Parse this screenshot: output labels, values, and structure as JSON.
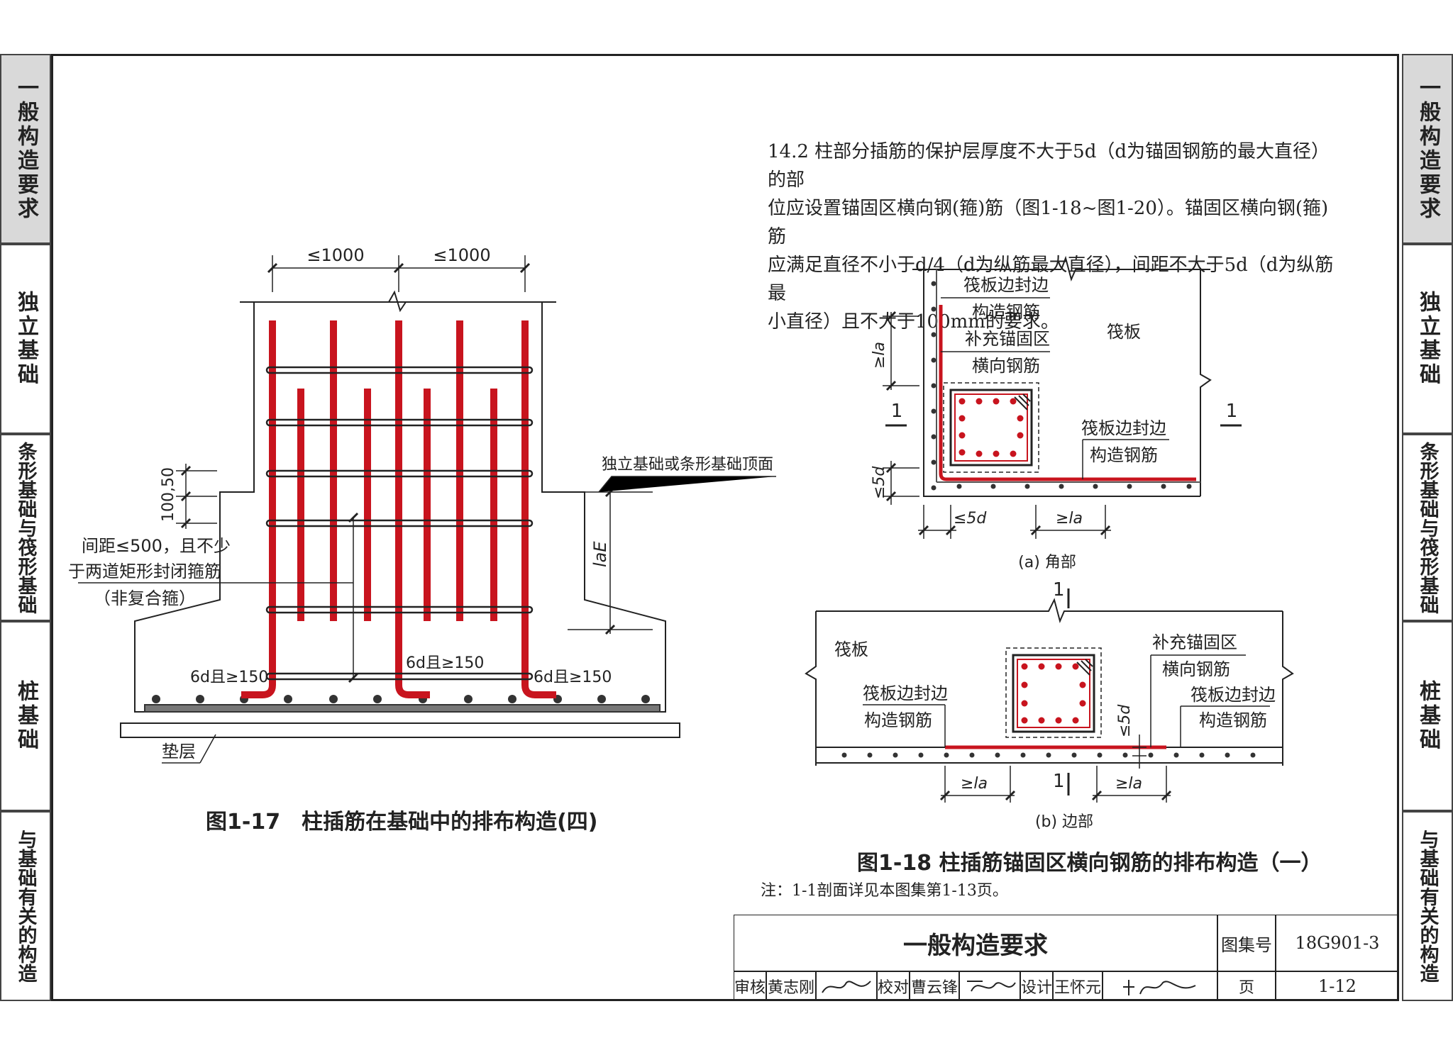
{
  "side_tabs": [
    {
      "label": "一般构造要求",
      "active": true
    },
    {
      "label": "独立基础",
      "active": false
    },
    {
      "label": "条形基础与筏形基础",
      "active": false
    },
    {
      "label": "桩基础",
      "active": false
    },
    {
      "label": "与基础有关的构造",
      "active": false
    }
  ],
  "note": {
    "lines": [
      "14.2 柱部分插筋的保护层厚度不大于5d（d为锚固钢筋的最大直径）的部",
      "位应设置锚固区横向钢(箍)筋（图1-18~图1-20）。锚固区横向钢(箍)筋",
      "应满足直径不小于d/4（d为纵筋最大直径），间距不大于5d（d为纵筋最",
      "小直径）且不大于100mm的要求。"
    ]
  },
  "fig17": {
    "dim_top_left": "≤1000",
    "dim_top_right": "≤1000",
    "dim_spacing": "100,50",
    "label_top_surface": "独立基础或条形基础顶面",
    "label_laE": "laE",
    "stirrup_note": [
      "间距≤500，且不少",
      "于两道矩形封闭箍筋",
      "（非复合箍）"
    ],
    "hook_left": "6d且≥150",
    "hook_mid": "6d且≥150",
    "hook_right": "6d且≥150",
    "label_cushion": "垫层",
    "caption": "图1-17　柱插筋在基础中的排布构造(四)"
  },
  "fig18a": {
    "label_edge_rebar": [
      "筏板边封边",
      "构造钢筋"
    ],
    "label_extra": [
      "补充锚固区",
      "横向钢筋"
    ],
    "label_raft": "筏板",
    "label_edge_rebar2": [
      "筏板边封边",
      "构造钢筋"
    ],
    "dim_la_v": "≥la",
    "dim_5d_v": "≤5d",
    "dim_5d_h": "≤5d",
    "dim_la_h": "≥la",
    "section_mark": "1",
    "sub_caption": "(a) 角部"
  },
  "fig18b": {
    "label_raft": "筏板",
    "label_edge_left": [
      "筏板边封边",
      "构造钢筋"
    ],
    "label_extra": [
      "补充锚固区",
      "横向钢筋"
    ],
    "label_edge_right": [
      "筏板边封边",
      "构造钢筋"
    ],
    "dim_5d": "≤5d",
    "dim_la_left": "≥la",
    "dim_la_right": "≥la",
    "section_mark": "1",
    "sub_caption": "(b) 边部"
  },
  "fig18_caption": "图1-18 柱插筋锚固区横向钢筋的排布构造（一）",
  "footnote": "注：1-1剖面详见本图集第1-13页。",
  "title_block": {
    "title": "一般构造要求",
    "atlas_label": "图集号",
    "atlas_no": "18G901-3",
    "review_label": "审核",
    "review_name": "黄志刚",
    "check_label": "校对",
    "check_name": "曹云锋",
    "design_label": "设计",
    "design_name": "王怀元",
    "page_label": "页",
    "page_no": "1-12"
  },
  "colors": {
    "rebar": "#c8141e",
    "line": "#222222",
    "tab_active": "#d9d9d9"
  }
}
